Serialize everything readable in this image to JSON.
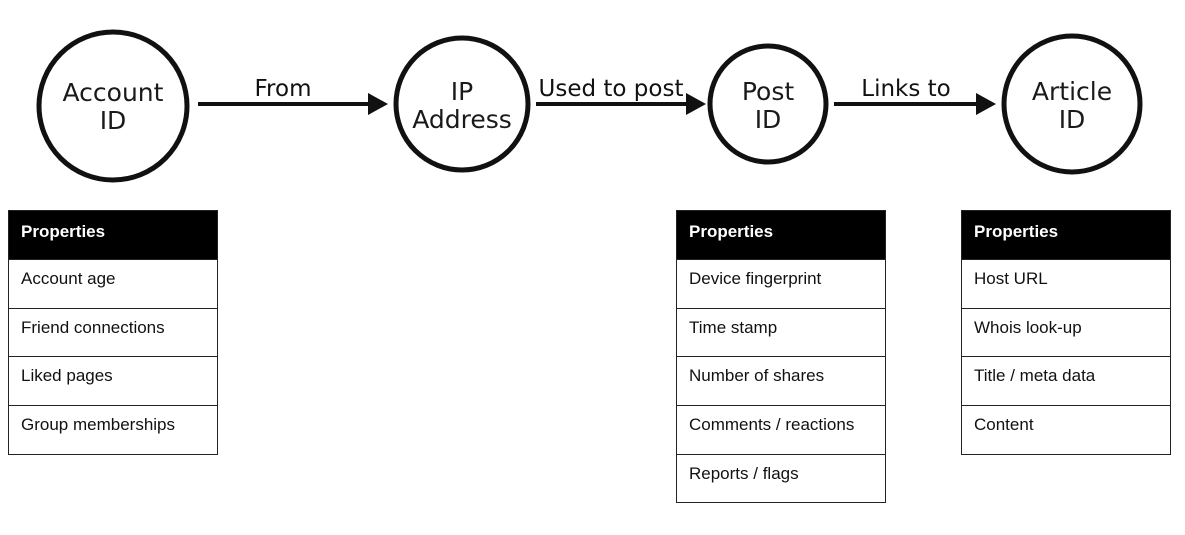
{
  "nodes": [
    {
      "id": "account",
      "lines": [
        "Account",
        "ID"
      ]
    },
    {
      "id": "ip",
      "lines": [
        "IP",
        "Address"
      ]
    },
    {
      "id": "post",
      "lines": [
        "Post",
        "ID"
      ]
    },
    {
      "id": "article",
      "lines": [
        "Article",
        "ID"
      ]
    }
  ],
  "edges": [
    {
      "from": "account",
      "to": "ip",
      "label": "From"
    },
    {
      "from": "ip",
      "to": "post",
      "label": "Used to post"
    },
    {
      "from": "post",
      "to": "article",
      "label": "Links to"
    }
  ],
  "tables": [
    {
      "node": "account",
      "header": "Properties",
      "rows": [
        "Account age",
        "Friend connections",
        "Liked pages",
        "Group memberships"
      ]
    },
    {
      "node": "post",
      "header": "Properties",
      "rows": [
        "Device fingerprint",
        "Time stamp",
        "Number of shares",
        "Comments / reactions",
        "Reports / flags"
      ]
    },
    {
      "node": "article",
      "header": "Properties",
      "rows": [
        "Host URL",
        "Whois look-up",
        "Title / meta data",
        "Content"
      ]
    }
  ]
}
